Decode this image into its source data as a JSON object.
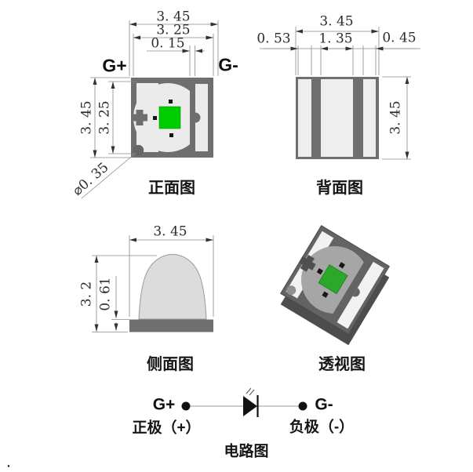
{
  "views": {
    "front": {
      "caption": "正面图",
      "pin_positive": "G+",
      "pin_negative": "G-",
      "dim_width_outer": "3. 45",
      "dim_width_inner": "3. 25",
      "dim_gap": "0. 15",
      "dim_height_outer": "3. 45",
      "dim_height_inner": "3. 25",
      "dim_hole": "⌀0. 35"
    },
    "back": {
      "caption": "背面图",
      "dim_width": "3. 45",
      "dim_pad_left": "0. 53",
      "dim_pad_center": "1. 35",
      "dim_pad_right": "0. 45",
      "dim_height": "3. 45"
    },
    "side": {
      "caption": "侧面图",
      "dim_width": "3. 45",
      "dim_height": "3. 2",
      "dim_base_height": "0. 61"
    },
    "perspective": {
      "caption": "透视图"
    }
  },
  "circuit": {
    "caption": "电路图",
    "pin_positive": "G+",
    "pin_negative": "G-",
    "anode_label": "正极（+）",
    "cathode_label": "负极（-）"
  },
  "colors": {
    "package_dark": "#6f6f6f",
    "pad_light": "#ebebeb",
    "chip_green": "#00cc00",
    "lens_gray": "#a6a6a6",
    "dome_gray": "#dcdcdc"
  },
  "stray_mark": "."
}
